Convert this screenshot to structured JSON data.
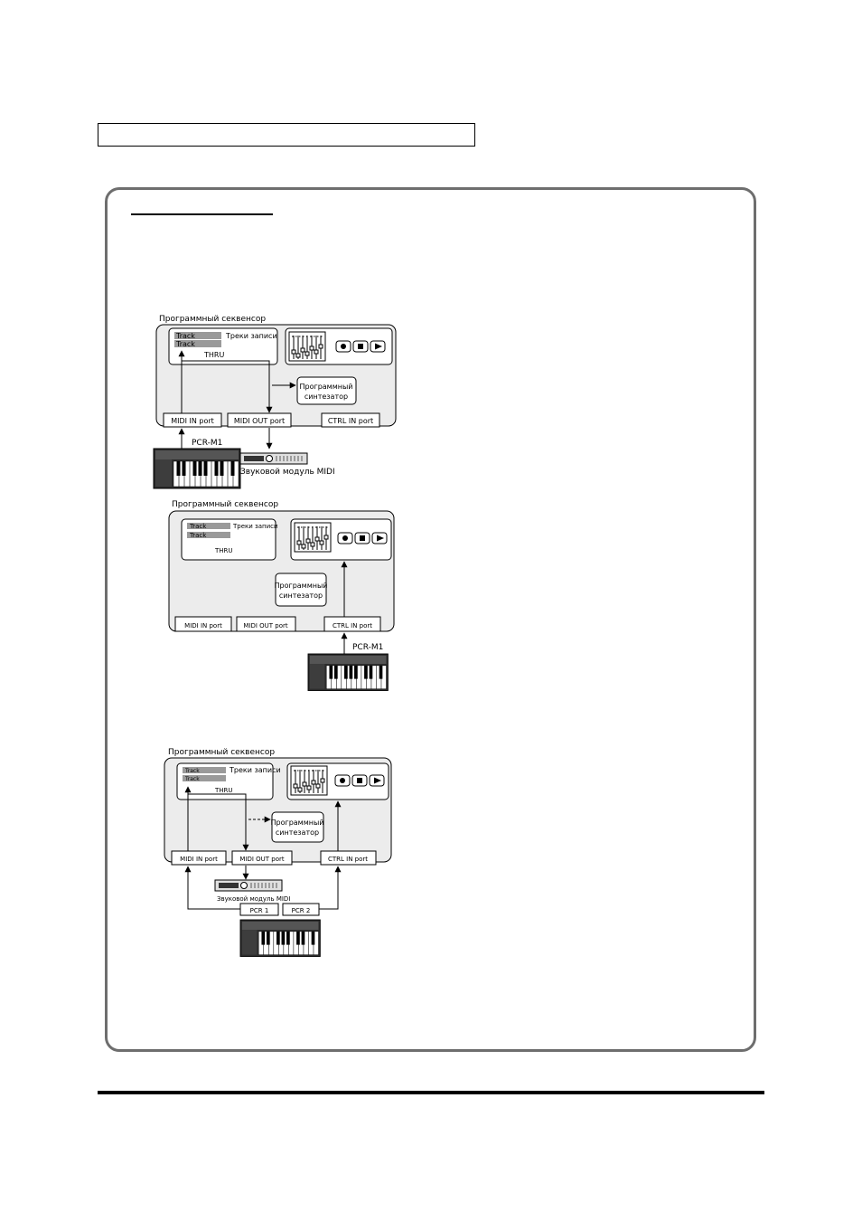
{
  "diagram1": {
    "sequencer_label": "Программный секвенсор",
    "track1": "Track",
    "track2": "Track",
    "tracks_label": "Треки записи",
    "thru": "THRU",
    "synth_line1": "Программный",
    "synth_line2": "синтезатор",
    "midi_in": "MIDI IN port",
    "midi_out": "MIDI OUT port",
    "ctrl_in": "CTRL IN port",
    "device": "PCR-M1",
    "sound_module": "Звуковой модуль MIDI"
  },
  "diagram2": {
    "sequencer_label": "Программный секвенсор",
    "track1": "Track",
    "track2": "Track",
    "tracks_label": "Треки записи",
    "thru": "THRU",
    "synth_line1": "Программный",
    "synth_line2": "синтезатор",
    "midi_in": "MIDI IN port",
    "midi_out": "MIDI OUT port",
    "ctrl_in": "CTRL IN port",
    "device": "PCR-M1"
  },
  "diagram3": {
    "sequencer_label": "Программный секвенсор",
    "track1": "Track",
    "track2": "Track",
    "tracks_label": "Треки записи",
    "thru": "THRU",
    "synth_line1": "Программный",
    "synth_line2": "синтезатор",
    "midi_in": "MIDI IN port",
    "midi_out": "MIDI OUT port",
    "ctrl_in": "CTRL IN port",
    "sound_module": "Звуковой модуль MIDI",
    "pcr1": "PCR 1",
    "pcr2": "PCR 2"
  },
  "colors": {
    "panel_fill": "#ececec",
    "track_fill": "#9a9a9a",
    "frame": "#6e6e6e",
    "device": "#2b2b2b"
  }
}
